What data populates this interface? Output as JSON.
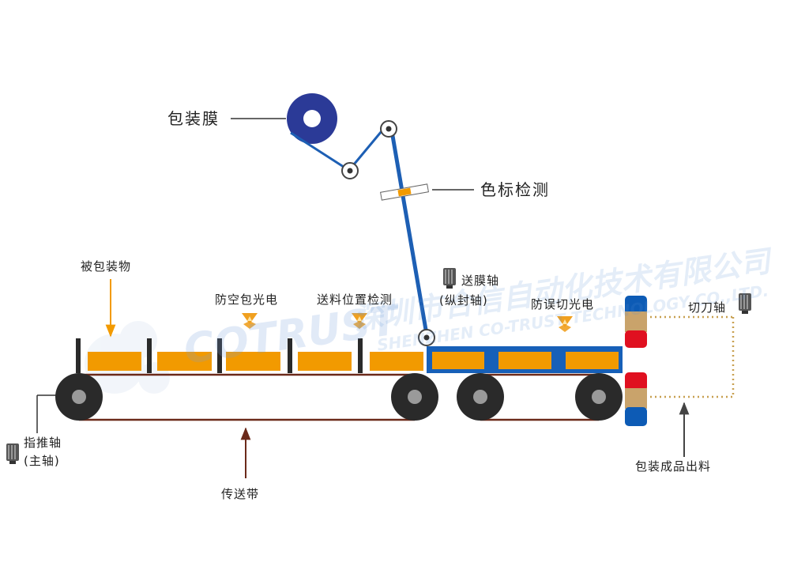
{
  "labels": {
    "film": "包装膜",
    "color_mark": "色标检测",
    "packaged_item": "被包装物",
    "anti_empty": "防空包光电",
    "feed_position": "送料位置检测",
    "film_axis_line1": "送膜轴",
    "film_axis_line2": "(纵封轴)",
    "anti_miscut": "防误切光电",
    "cutter_axis": "切刀轴",
    "push_axis_line1": "指推轴",
    "push_axis_line2": "(主轴)",
    "conveyor": "传送带",
    "output": "包装成品出料"
  },
  "watermark": {
    "brand": "COTRUST",
    "company_cn": "深圳市合信自动化技术有限公司",
    "company_en": "SHENZHEN CO-TRUST TECHNOLOGY CO.,LTD."
  },
  "colors": {
    "film_roll": "#2b3a97",
    "film_line": "#1d5fb4",
    "product": "#f29a00",
    "blue_frame": "#1760b8",
    "belt": "#6b2a1a",
    "wheel": "#2a2a2a",
    "sensor": "#f0a020",
    "seal_blue": "#0d5bb5",
    "seal_red": "#e01020",
    "seal_tan": "#c9a36b",
    "dotted": "#c8a050"
  }
}
